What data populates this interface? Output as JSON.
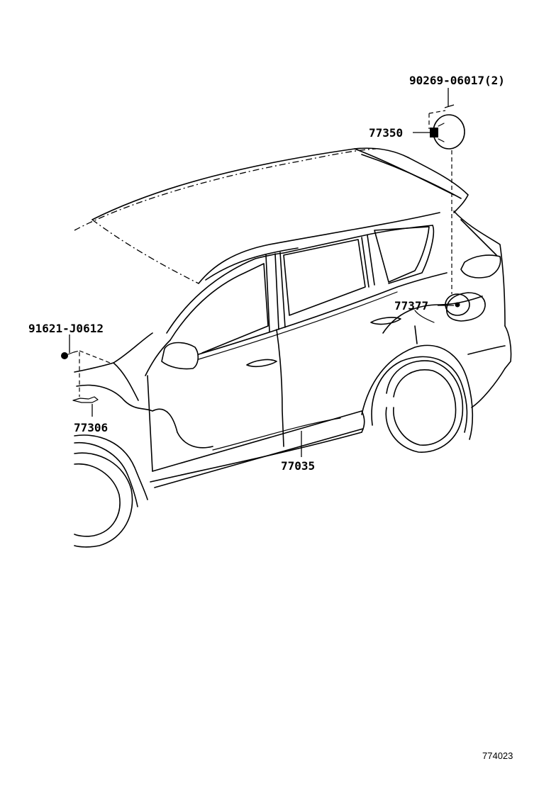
{
  "diagram": {
    "parts": [
      {
        "id": "p1",
        "number": "90269-06017(2)"
      },
      {
        "id": "p2",
        "number": "77350"
      },
      {
        "id": "p3",
        "number": "77377"
      },
      {
        "id": "p4",
        "number": "91621-J0612"
      },
      {
        "id": "p5",
        "number": "77306"
      },
      {
        "id": "p6",
        "number": "77035"
      }
    ],
    "reference": "774023"
  }
}
